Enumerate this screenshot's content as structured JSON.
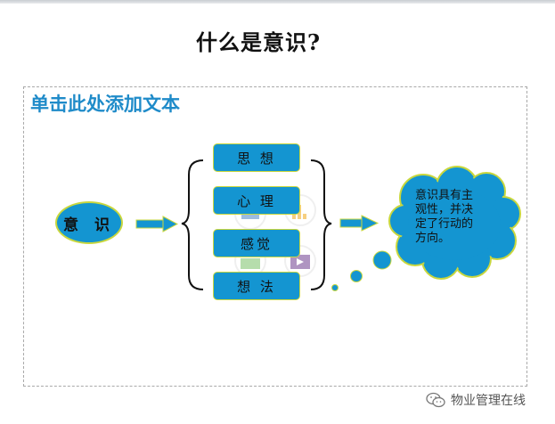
{
  "slide": {
    "title": "什么是意识?",
    "placeholder": "单击此处添加文本"
  },
  "diagram": {
    "source": "意 识",
    "items": [
      "思 想",
      "心 理",
      "感觉",
      "想 法"
    ],
    "bubble": "意识具有主观性，并决定了行动的方向。"
  },
  "watermark": {
    "text": "物业管理在线",
    "icon": "wechat-icon"
  },
  "colors": {
    "box_fill": "#1495d1",
    "box_border": "#c9d73d",
    "heading_blue": "#1f8bc9"
  }
}
